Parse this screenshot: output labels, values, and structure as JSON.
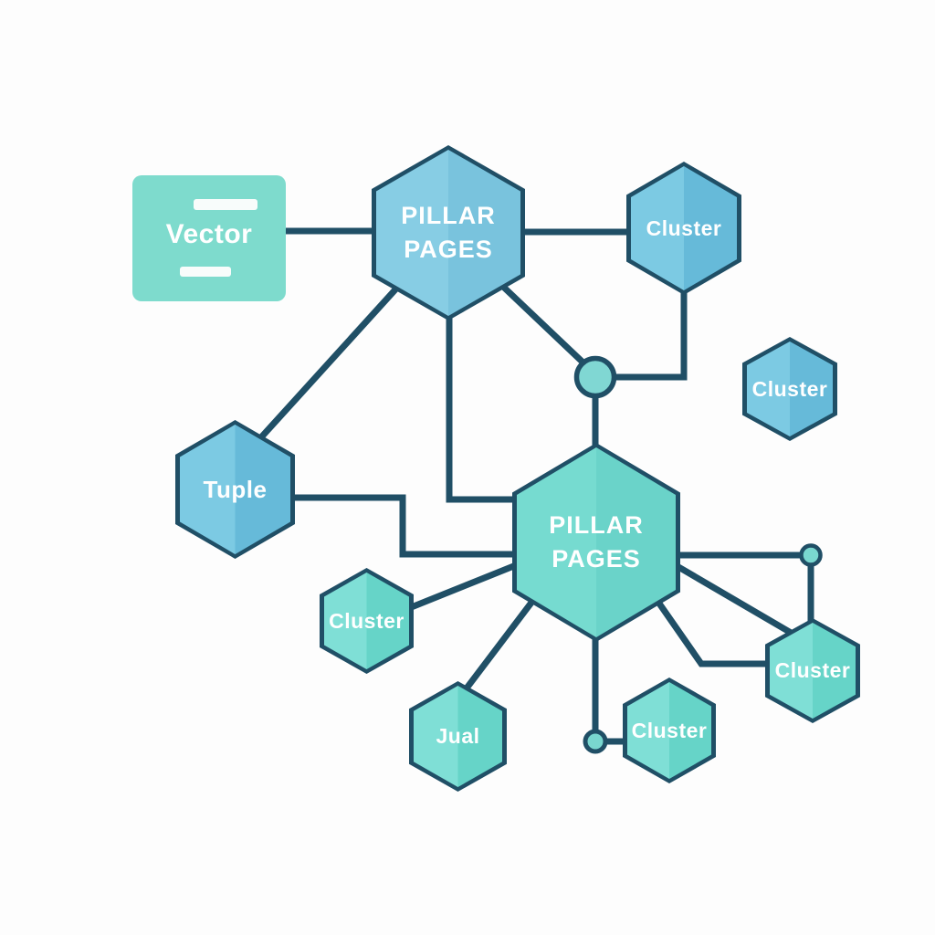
{
  "diagram": {
    "nodes": {
      "vector_card": {
        "label": "Vector"
      },
      "pillar_top": {
        "line1": "PILLAR",
        "line2": "PAGES"
      },
      "cluster_top_right": {
        "label": "Cluster"
      },
      "cluster_right_mid": {
        "label": "Cluster"
      },
      "tuple": {
        "label": "Tuple"
      },
      "pillar_center": {
        "line1": "PILLAR",
        "line2": "PAGES"
      },
      "cluster_mid_left": {
        "label": "Cluster"
      },
      "jual": {
        "label": "Jual"
      },
      "cluster_bottom": {
        "label": "Cluster"
      },
      "cluster_right": {
        "label": "Cluster"
      }
    },
    "colors": {
      "background": "#fdfdfd",
      "line": "#204f66",
      "hex_blue_light": "#7ccae3",
      "hex_blue_dark": "#66bad9",
      "hex_teal_light": "#7fdfd6",
      "hex_teal_dark": "#66d4c8",
      "card_teal": "#7edbcd",
      "junction_dot_fill": "#7fd8d2",
      "label_text": "#ffffff"
    }
  }
}
